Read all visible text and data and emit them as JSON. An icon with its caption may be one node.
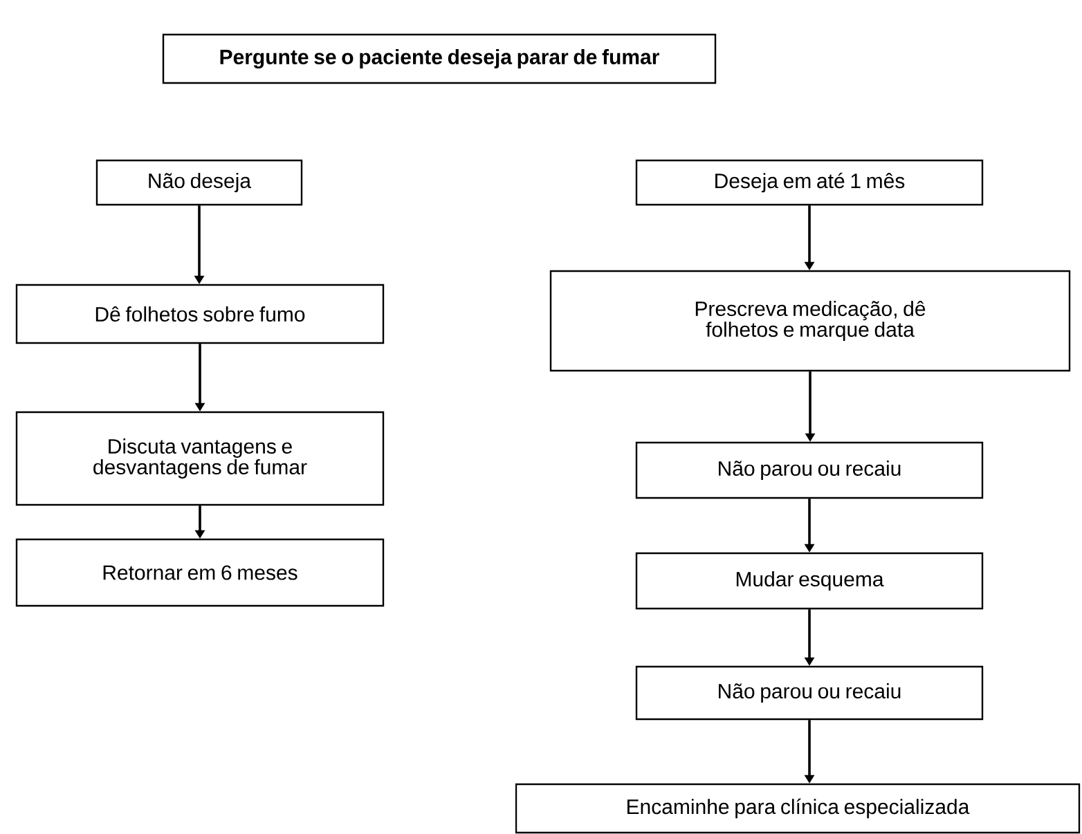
{
  "diagram": {
    "nodes": [
      {
        "text": [
          "Pergunte se o paciente deseja parar de fumar"
        ]
      },
      {
        "text": [
          "Não deseja"
        ]
      },
      {
        "text": [
          "Dê folhetos sobre fumo"
        ]
      },
      {
        "text": [
          "Discuta vantagens e desvantagens de fumar"
        ]
      },
      {
        "text": [
          "Retornar em 6 meses"
        ]
      },
      {
        "text": [
          "Deseja em até 1 mês"
        ]
      },
      {
        "text": [
          "Prescreva medicação, dê folhetos e marque data"
        ]
      },
      {
        "text": [
          "Não parou ou recaiu"
        ]
      },
      {
        "text": [
          "Mudar esquema"
        ]
      },
      {
        "text": [
          "Não parou ou recaiu"
        ]
      },
      {
        "text": [
          "Encaminhe para clínica especializada"
        ]
      }
    ],
    "edges": [
      {
        "from": 1,
        "to": 2,
        "arrow": "to"
      },
      {
        "from": 2,
        "to": 3,
        "arrow": "to"
      },
      {
        "from": 3,
        "to": 4,
        "arrow": "to"
      },
      {
        "from": 5,
        "to": 6,
        "arrow": "to"
      },
      {
        "from": 6,
        "to": 7,
        "arrow": "to"
      },
      {
        "from": 7,
        "to": 8,
        "arrow": "to"
      },
      {
        "from": 8,
        "to": 9,
        "arrow": "to"
      },
      {
        "from": 9,
        "to": 10,
        "arrow": "to"
      }
    ]
  }
}
